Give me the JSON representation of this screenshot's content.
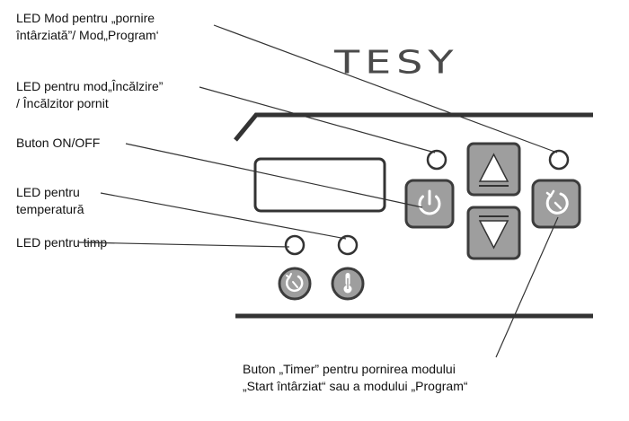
{
  "brand": "TESY",
  "labels": {
    "led_mode_delayed_program": "LED Mod pentru „pornire\nîntârziată”/ Mod„Program‘",
    "led_heating_mode": "LED pentru mod„Încălzire”\n/ Încălzitor pornit",
    "on_off_button": "Buton ON/OFF",
    "led_temperature": "LED pentru\ntemperatură",
    "led_time": "LED pentru timp",
    "timer_button": "Buton „Timer” pentru pornirea modului\n„Start întârziat“ sau a modului „Program“"
  },
  "colors": {
    "button_fill": "#9e9e9e",
    "button_border": "#3c3c3c",
    "line": "#333333",
    "text": "#111111"
  },
  "icons": [
    "power-icon",
    "arrow-up-icon",
    "arrow-down-icon",
    "timer-icon",
    "thermometer-icon"
  ]
}
